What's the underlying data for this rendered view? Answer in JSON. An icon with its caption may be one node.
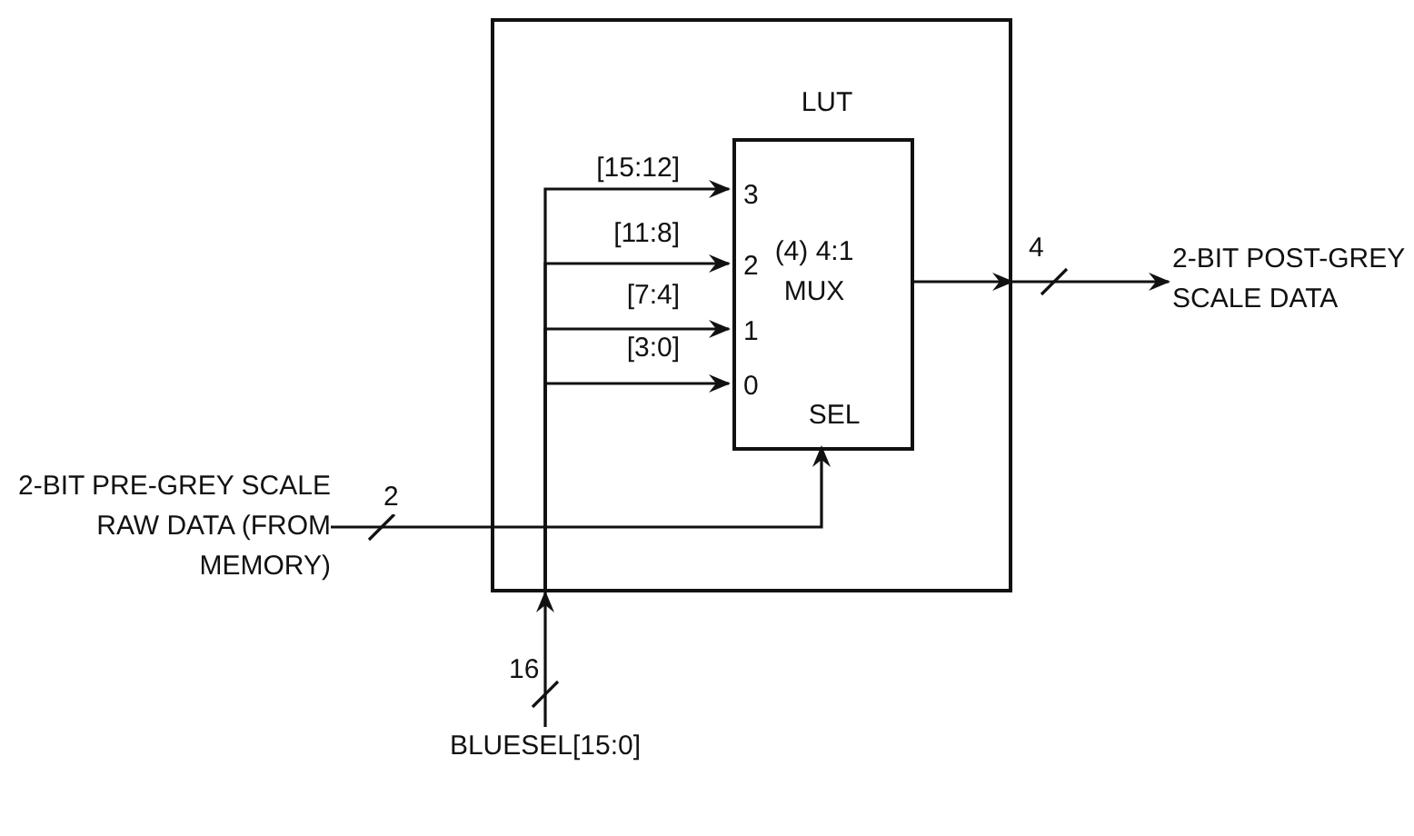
{
  "diagram": {
    "nodes": [
      {
        "text": [],
        "shape": "box"
      },
      {
        "text": [
          "LUT",
          "3",
          "(4) 4:1 MUX",
          "2",
          "1",
          "0",
          "SEL"
        ],
        "in": 0
      },
      {
        "text": [
          "2-BIT PRE-GREY SCALE RAW DATA (FROM MEMORY)"
        ]
      },
      {
        "text": [
          "2-BIT POST-GREY SCALE DATA"
        ]
      },
      {
        "text": [
          "BLUESEL[15:0]"
        ]
      }
    ],
    "edges": [
      {
        "from": 2,
        "to": 1,
        "arrow": "to",
        "label": "2"
      },
      {
        "from": 1,
        "to": 0,
        "arrow": "to"
      },
      {
        "from": 0,
        "to": 3,
        "arrow": "to",
        "label": "4"
      },
      {
        "from": 4,
        "to": 0,
        "arrow": "to",
        "label": "16"
      },
      {
        "from": 0,
        "to": 1,
        "arrow": "to",
        "label": "[15:12]"
      },
      {
        "from": 0,
        "to": 1,
        "arrow": "to",
        "label": "[11:8]"
      },
      {
        "from": 0,
        "to": 1,
        "arrow": "to",
        "label": "[7:4]"
      },
      {
        "from": 0,
        "to": 1,
        "arrow": "to",
        "label": "[3:0]"
      }
    ]
  }
}
